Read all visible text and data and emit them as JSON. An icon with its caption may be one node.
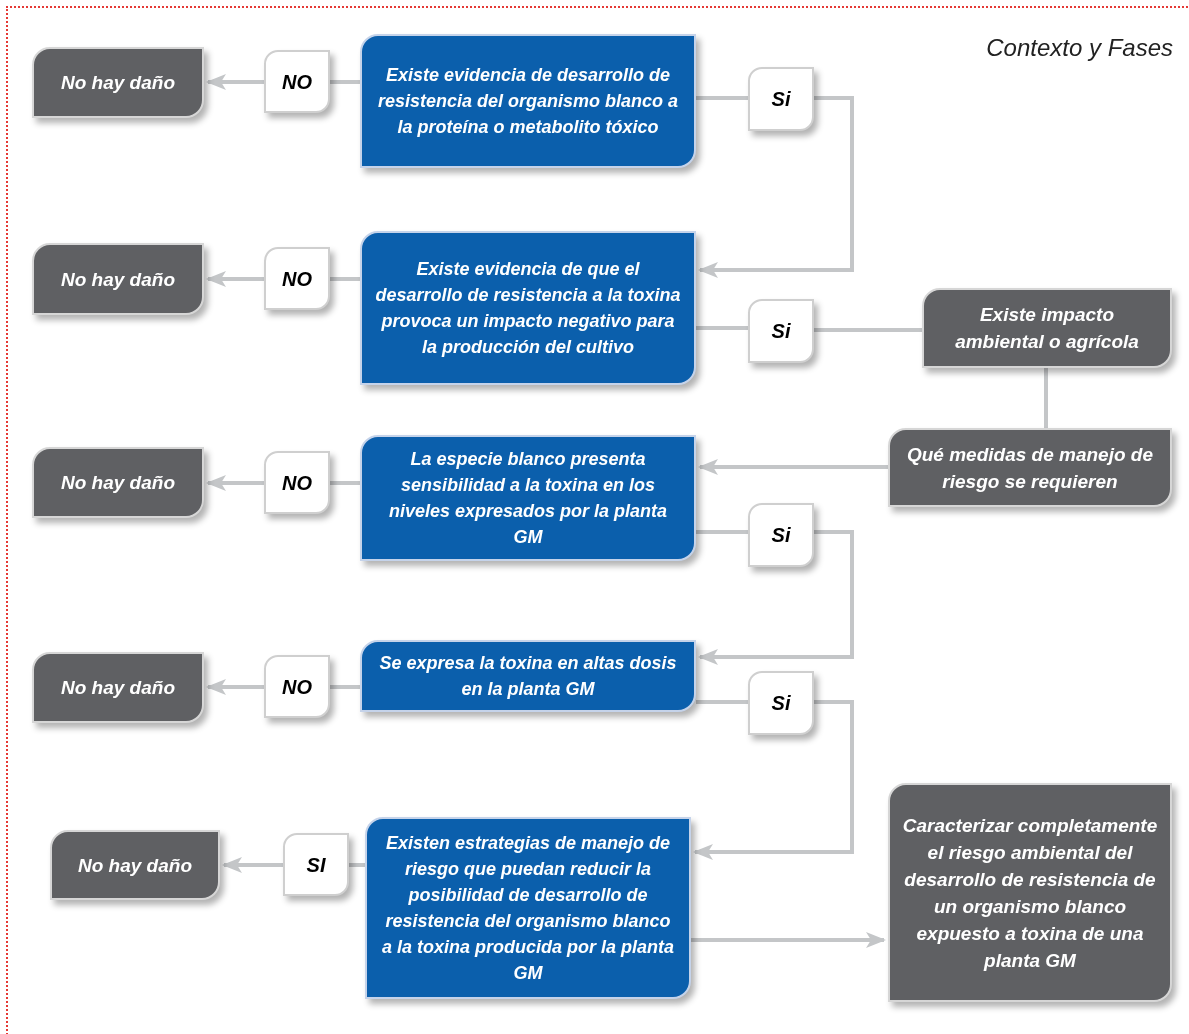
{
  "diagram": {
    "nodes": [
      {
        "text": [
          "No hay daño"
        ]
      },
      {
        "text": [
          "NO"
        ]
      },
      {
        "text": [
          "Existe evidencia de desarrollo de resistencia del organismo blanco a la proteína o metabolito tóxico"
        ]
      },
      {
        "text": [
          "Si"
        ]
      },
      {
        "text": [
          "No hay daño"
        ]
      },
      {
        "text": [
          "NO"
        ]
      },
      {
        "text": [
          "Existe evidencia de que el desarrollo de resistencia a la toxina provoca un impacto negativo para la producción del cultivo"
        ]
      },
      {
        "text": [
          "Si"
        ]
      },
      {
        "text": [
          "Existe impacto ambiental o agrícola"
        ]
      },
      {
        "text": [
          "No hay daño"
        ]
      },
      {
        "text": [
          "NO"
        ]
      },
      {
        "text": [
          "La especie blanco presenta sensibilidad a la toxina en los niveles expresados por la planta GM"
        ]
      },
      {
        "text": [
          "Qué medidas de manejo de riesgo se requieren"
        ]
      },
      {
        "text": [
          "Si"
        ]
      },
      {
        "text": [
          "No hay daño"
        ]
      },
      {
        "text": [
          "NO"
        ]
      },
      {
        "text": [
          "Se expresa la toxina en altas dosis en la planta GM"
        ]
      },
      {
        "text": [
          "Si"
        ]
      },
      {
        "text": [
          "No hay daño"
        ]
      },
      {
        "text": [
          "SI"
        ]
      },
      {
        "text": [
          "Existen estrategias de manejo de riesgo que puedan reducir la posibilidad de desarrollo de resistencia del organismo blanco a la toxina producida por la planta GM"
        ]
      },
      {
        "text": [
          "Caracterizar completamente el riesgo ambiental del desarrollo de resistencia de un organismo blanco expuesto a toxina de una planta GM"
        ]
      }
    ],
    "edges": [
      {
        "from": 2,
        "to": 1,
        "arrow": "none"
      },
      {
        "from": 1,
        "to": 0,
        "arrow": "to"
      },
      {
        "from": 2,
        "to": 3,
        "arrow": "none"
      },
      {
        "from": 3,
        "to": 6,
        "arrow": "to"
      },
      {
        "from": 6,
        "to": 5,
        "arrow": "none"
      },
      {
        "from": 5,
        "to": 4,
        "arrow": "to"
      },
      {
        "from": 6,
        "to": 7,
        "arrow": "none"
      },
      {
        "from": 7,
        "to": 8,
        "arrow": "none"
      },
      {
        "from": 8,
        "to": 12,
        "arrow": "none"
      },
      {
        "from": 12,
        "to": 11,
        "arrow": "to"
      },
      {
        "from": 11,
        "to": 10,
        "arrow": "none"
      },
      {
        "from": 10,
        "to": 9,
        "arrow": "to"
      },
      {
        "from": 11,
        "to": 13,
        "arrow": "none"
      },
      {
        "from": 13,
        "to": 16,
        "arrow": "to"
      },
      {
        "from": 16,
        "to": 15,
        "arrow": "none"
      },
      {
        "from": 15,
        "to": 14,
        "arrow": "to"
      },
      {
        "from": 16,
        "to": 17,
        "arrow": "none"
      },
      {
        "from": 17,
        "to": 20,
        "arrow": "to"
      },
      {
        "from": 20,
        "to": 19,
        "arrow": "none"
      },
      {
        "from": 19,
        "to": 18,
        "arrow": "to"
      },
      {
        "from": 20,
        "to": 21,
        "arrow": "to"
      }
    ],
    "labels": [
      "Contexto y Fases"
    ]
  }
}
